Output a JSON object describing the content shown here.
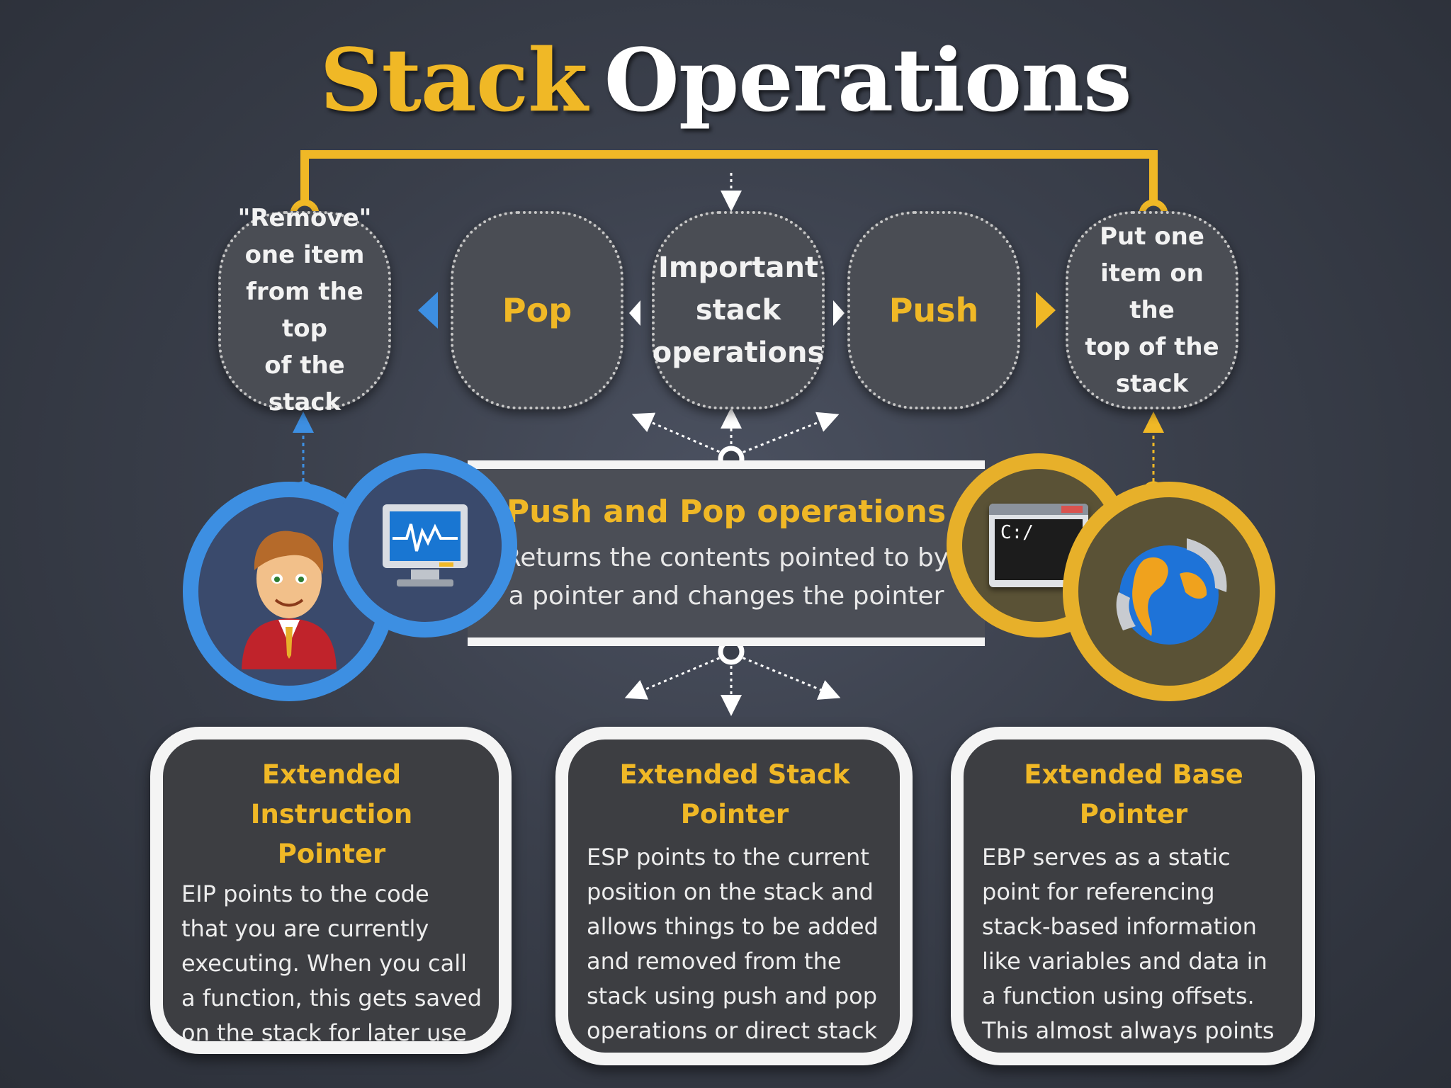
{
  "title": {
    "accent": "Stack",
    "main": "Operations"
  },
  "bubbles": {
    "remove": [
      "\"Remove\"",
      "one item",
      "from the top",
      "of the stack"
    ],
    "pop": "Pop",
    "important": [
      "Important",
      "stack",
      "operations"
    ],
    "push": "Push",
    "put": [
      "Put one",
      "item on the",
      "top of the",
      "stack"
    ]
  },
  "banner": {
    "title": "Push and Pop operations",
    "lines": [
      "Returns the contents pointed to by",
      "a pointer and changes the pointer"
    ]
  },
  "boxes": [
    {
      "title_lines": [
        "Extended Instruction",
        "Pointer"
      ],
      "text": "EIP points to the code that you are currently executing. When you call a function, this gets saved on the stack for later use"
    },
    {
      "title_lines": [
        "Extended Stack Pointer"
      ],
      "text": "ESP points to the current position on the stack and allows things to be added and removed from the stack using push and pop operations or direct stack pointer manipulations"
    },
    {
      "title_lines": [
        "Extended Base Pointer"
      ],
      "text": "EBP serves as a static point for referencing stack-based information like variables and data in a function using offsets. This almost always points to the top of the stack for a function"
    }
  ],
  "icons": {
    "user": "person-avatar-icon",
    "monitor": "monitor-pulse-icon",
    "terminal": "command-prompt-icon",
    "globe": "globe-refresh-icon",
    "terminal_label": "C:/"
  },
  "colors": {
    "accent": "#f0b826",
    "blue": "#3d8fe2",
    "gold": "#e7b02a"
  }
}
